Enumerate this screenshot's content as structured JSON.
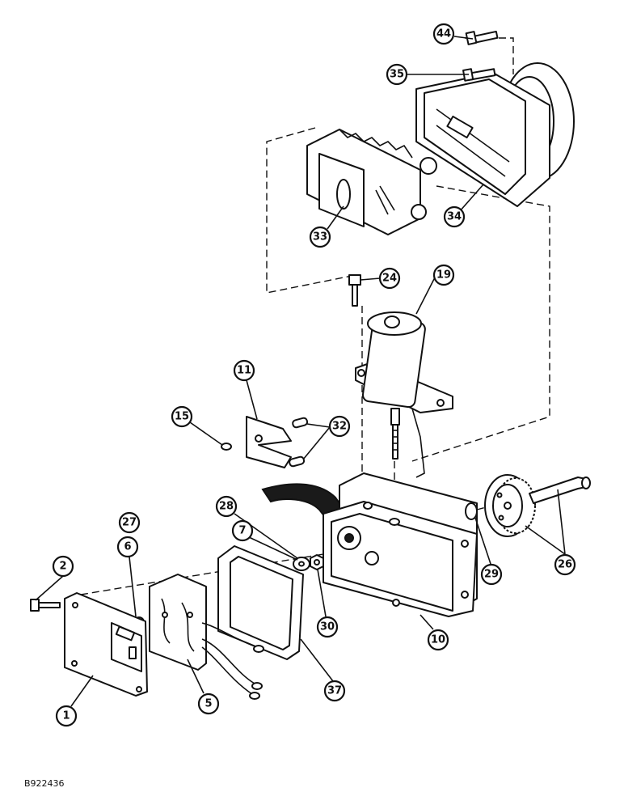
{
  "diagram": {
    "reference_code": "B922436",
    "callouts": [
      {
        "id": "44",
        "label": "44"
      },
      {
        "id": "35",
        "label": "35"
      },
      {
        "id": "33",
        "label": "33"
      },
      {
        "id": "34",
        "label": "34"
      },
      {
        "id": "24",
        "label": "24"
      },
      {
        "id": "19",
        "label": "19"
      },
      {
        "id": "11",
        "label": "11"
      },
      {
        "id": "15",
        "label": "15"
      },
      {
        "id": "32",
        "label": "32"
      },
      {
        "id": "28",
        "label": "28"
      },
      {
        "id": "7",
        "label": "7"
      },
      {
        "id": "27",
        "label": "27"
      },
      {
        "id": "6",
        "label": "6"
      },
      {
        "id": "2",
        "label": "2"
      },
      {
        "id": "1",
        "label": "1"
      },
      {
        "id": "5",
        "label": "5"
      },
      {
        "id": "37",
        "label": "37"
      },
      {
        "id": "30",
        "label": "30"
      },
      {
        "id": "10",
        "label": "10"
      },
      {
        "id": "29",
        "label": "29"
      },
      {
        "id": "26",
        "label": "26"
      }
    ]
  }
}
